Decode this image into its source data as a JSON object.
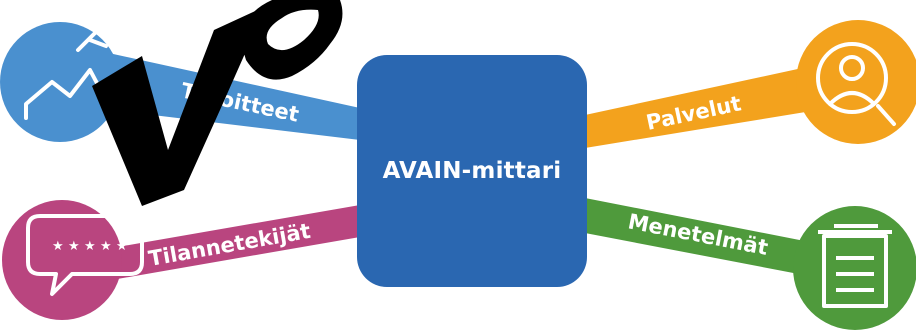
{
  "hub": {
    "label": "AVAIN-mittari",
    "color": "#2a67b1"
  },
  "nodes": {
    "tavoitteet": {
      "label": "Tavoitteet",
      "color": "#4a90cf",
      "icon": "mountain-chart-icon"
    },
    "tilannetekijat": {
      "label": "Tilannetekijät",
      "color": "#b9457f",
      "icon": "five-star-speech-bubble-icon"
    },
    "palvelut": {
      "label": "Palvelut",
      "color": "#f3a21d",
      "icon": "person-search-icon"
    },
    "menetelmat": {
      "label": "Menetelmät",
      "color": "#4f9a3c",
      "icon": "stacked-documents-icon"
    }
  },
  "watermark": {
    "text": "Va",
    "color": "#000000"
  }
}
